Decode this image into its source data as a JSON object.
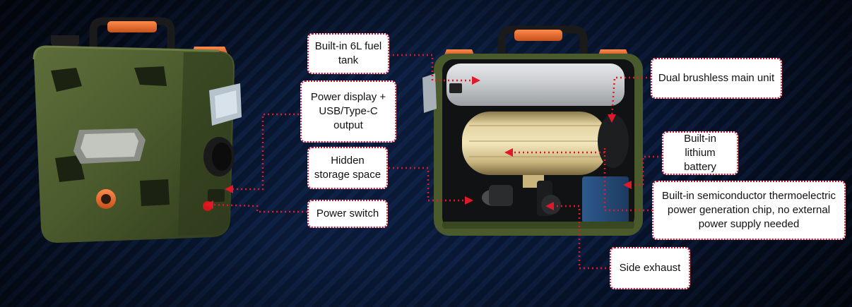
{
  "labels": {
    "fuel_tank": "Built-in 6L fuel tank",
    "power_display": "Power display + USB/Type-C output",
    "hidden_storage": "Hidden storage space",
    "power_switch": "Power switch",
    "brushless_unit": "Dual brushless main unit",
    "lithium_battery": "Built-in lithium battery",
    "semiconductor_chip": "Built-in semiconductor thermoelectric power generation chip, no external power supply needed",
    "side_exhaust": "Side exhaust"
  },
  "colors": {
    "callout_line": "#e0182a",
    "housing": "#4a5a2c",
    "accent": "#e8682c",
    "background": "#08132a"
  }
}
